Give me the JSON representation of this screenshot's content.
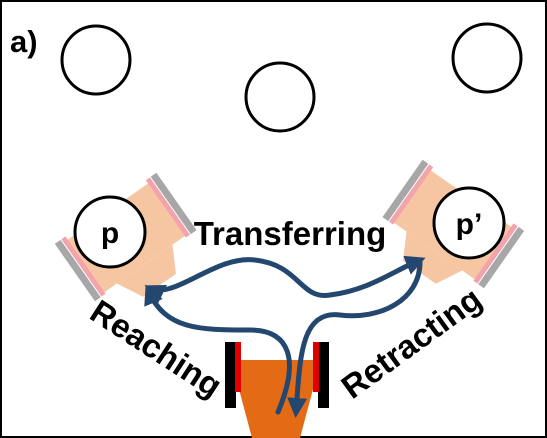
{
  "panel_label": "a)",
  "objects": {
    "p": "p",
    "p_prime": "p’"
  },
  "labels": {
    "transferring": "Transferring",
    "reaching": "Reaching",
    "retracting": "Retracting"
  },
  "colors": {
    "arrow": "#24476f",
    "gripper_body": "#f6c6a3",
    "finger_outer": "#a7a7a7",
    "finger_inner": "#f3a3ab",
    "base": "#e46b16",
    "base_clamp_black": "#000000",
    "base_clamp_red": "#e00000"
  }
}
